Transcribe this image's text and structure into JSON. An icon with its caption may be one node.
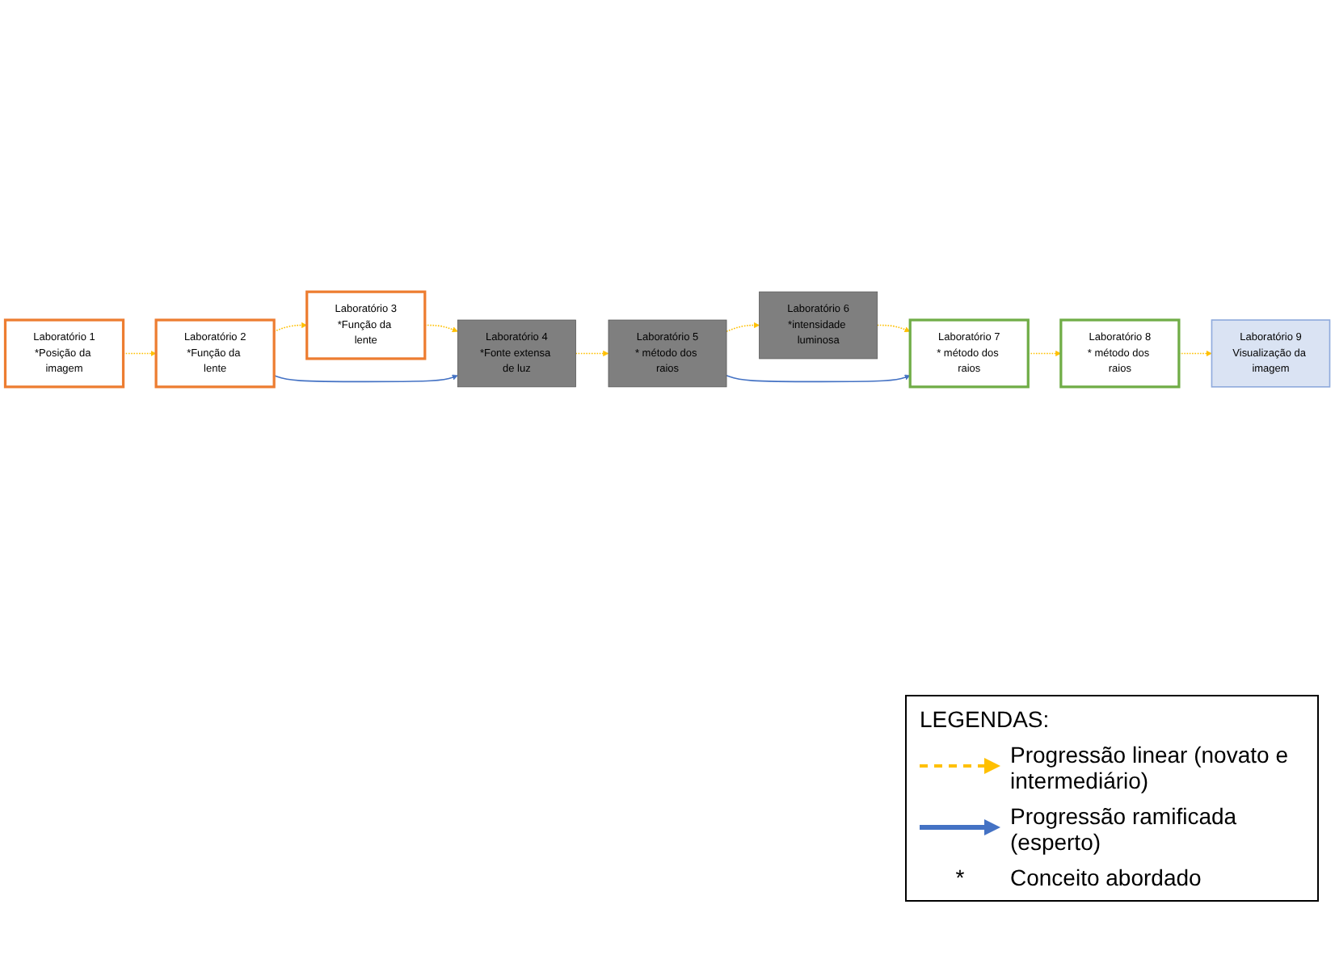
{
  "diagram": {
    "nodes": [
      {
        "text": [
          "Laboratório 1",
          "*Posição da imagem"
        ]
      },
      {
        "text": [
          "Laboratório 2",
          "*Função da lente"
        ]
      },
      {
        "text": [
          "Laboratório 3",
          "*Função da lente"
        ]
      },
      {
        "text": [
          "Laboratório 4",
          "*Fonte extensa de luz"
        ]
      },
      {
        "text": [
          "Laboratório 5",
          "* método dos raios"
        ]
      },
      {
        "text": [
          "Laboratório 6",
          "*intensidade luminosa"
        ]
      },
      {
        "text": [
          "Laboratório 7",
          "* método dos raios"
        ]
      },
      {
        "text": [
          "Laboratório 8",
          "* método dos raios"
        ]
      },
      {
        "text": [
          "Laboratório 9",
          "Visualização da imagem"
        ]
      }
    ],
    "edges": [
      {
        "from": 0,
        "to": 1,
        "arrow": "to",
        "style": "dashed"
      },
      {
        "from": 1,
        "to": 2,
        "arrow": "to",
        "style": "dashed"
      },
      {
        "from": 2,
        "to": 3,
        "arrow": "to",
        "style": "dashed"
      },
      {
        "from": 1,
        "to": 3,
        "arrow": "to",
        "color": "#4472c4"
      },
      {
        "from": 3,
        "to": 4,
        "arrow": "to",
        "style": "dashed"
      },
      {
        "from": 4,
        "to": 5,
        "arrow": "to",
        "style": "dashed"
      },
      {
        "from": 5,
        "to": 6,
        "arrow": "to",
        "style": "dashed"
      },
      {
        "from": 4,
        "to": 6,
        "arrow": "to",
        "color": "#4472c4"
      },
      {
        "from": 6,
        "to": 7,
        "arrow": "to",
        "style": "dashed"
      },
      {
        "from": 7,
        "to": 8,
        "arrow": "to",
        "style": "dashed"
      }
    ],
    "labels": [
      "LEGENDAS:",
      "*"
    ],
    "legend": [
      {
        "text": "Progressão linear (novato e intermediário)"
      },
      {
        "text": "Progressão ramificada (esperto)"
      },
      {
        "text": "Conceito abordado"
      }
    ]
  }
}
